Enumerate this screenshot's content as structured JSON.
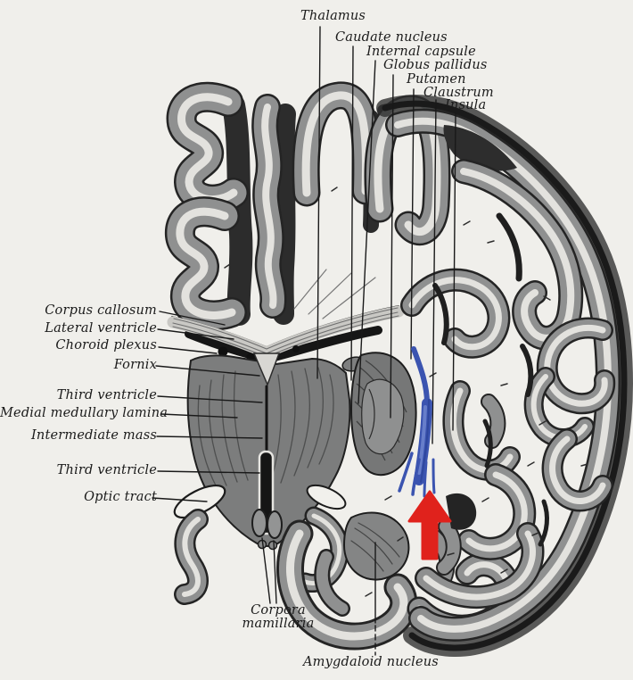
{
  "figure": {
    "palette": {
      "paper": "#f0efeb",
      "ink": "#1b1b1b",
      "gyrus_gray": "#8f9090",
      "white_matter": "#e3e2de",
      "highlight_blue": "#3b54b0",
      "arrow_red": "#e0221c"
    },
    "labels": {
      "top": [
        "Thalamus",
        "Caudate nucleus",
        "Internal capsule",
        "Globus pallidus",
        "Putamen",
        "Claustrum",
        "Insula"
      ],
      "left": [
        "Corpus callosum",
        "Lateral ventricle",
        "Choroid plexus",
        "Fornix",
        "Third ventricle",
        "Medial medullary lamina",
        "Intermediate mass",
        "Third ventricle",
        "Optic tract"
      ],
      "bottom": {
        "corpora_line1": "Corpora",
        "corpora_line2": "mamillaria",
        "amygdaloid": "Amygdaloid nucleus"
      }
    },
    "annotations": {
      "arrow_direction": "up",
      "highlighted_structure_color": "#3b54b0"
    }
  }
}
